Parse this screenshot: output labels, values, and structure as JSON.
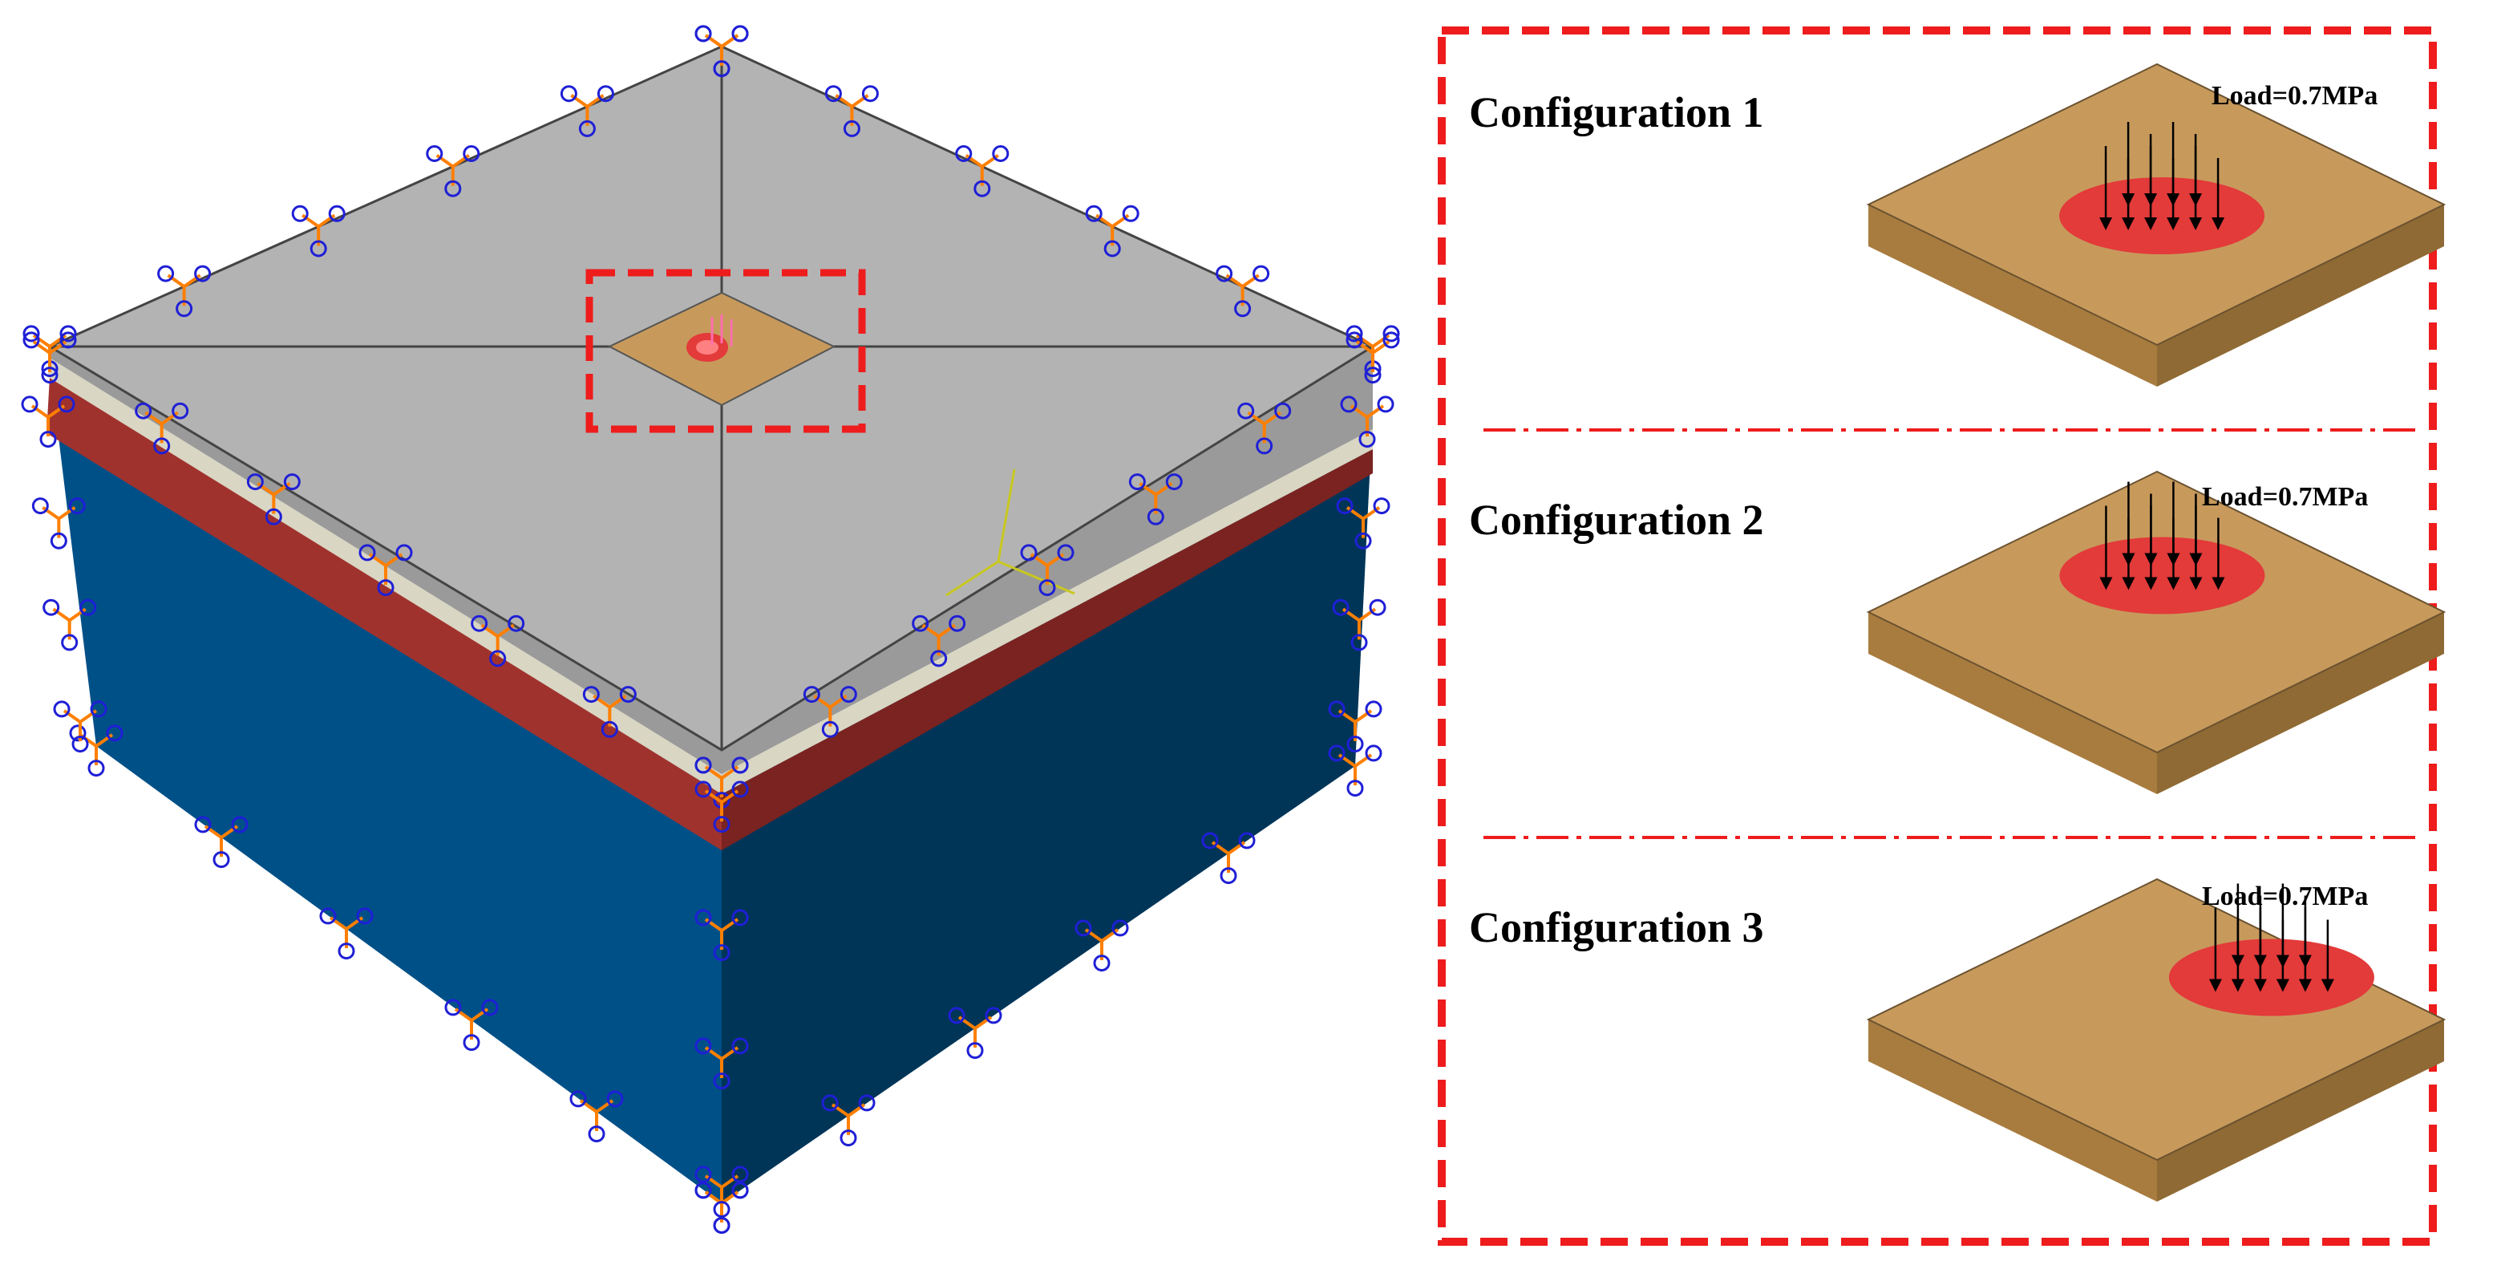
{
  "figure": {
    "colors": {
      "top_surface": "#b3b3b3",
      "thin_layer_light": "#d9d6c3",
      "thin_layer_gray": "#9a9a9a",
      "red_layer_front": "#a0322e",
      "red_layer_side": "#7a2321",
      "base_front": "#005088",
      "base_side": "#003558",
      "plate_top": "#c79a5c",
      "plate_front": "#a87c3f",
      "plate_side": "#8f6a34",
      "load_circle": "#e33a3a",
      "dash_red": "#ee1c1c",
      "bc_orange": "#ff7f00",
      "bc_blue": "#1f1fd6"
    },
    "model": {
      "name": "3D pavement layered model",
      "boundary_condition_icon": "fixed-support-icon"
    },
    "configurations": [
      {
        "title": "Configuration 1",
        "load_label": "Load=0.7MPa"
      },
      {
        "title": "Configuration 2",
        "load_label": "Load=0.7MPa"
      },
      {
        "title": "Configuration 3",
        "load_label": "Load=0.7MPa"
      }
    ]
  }
}
